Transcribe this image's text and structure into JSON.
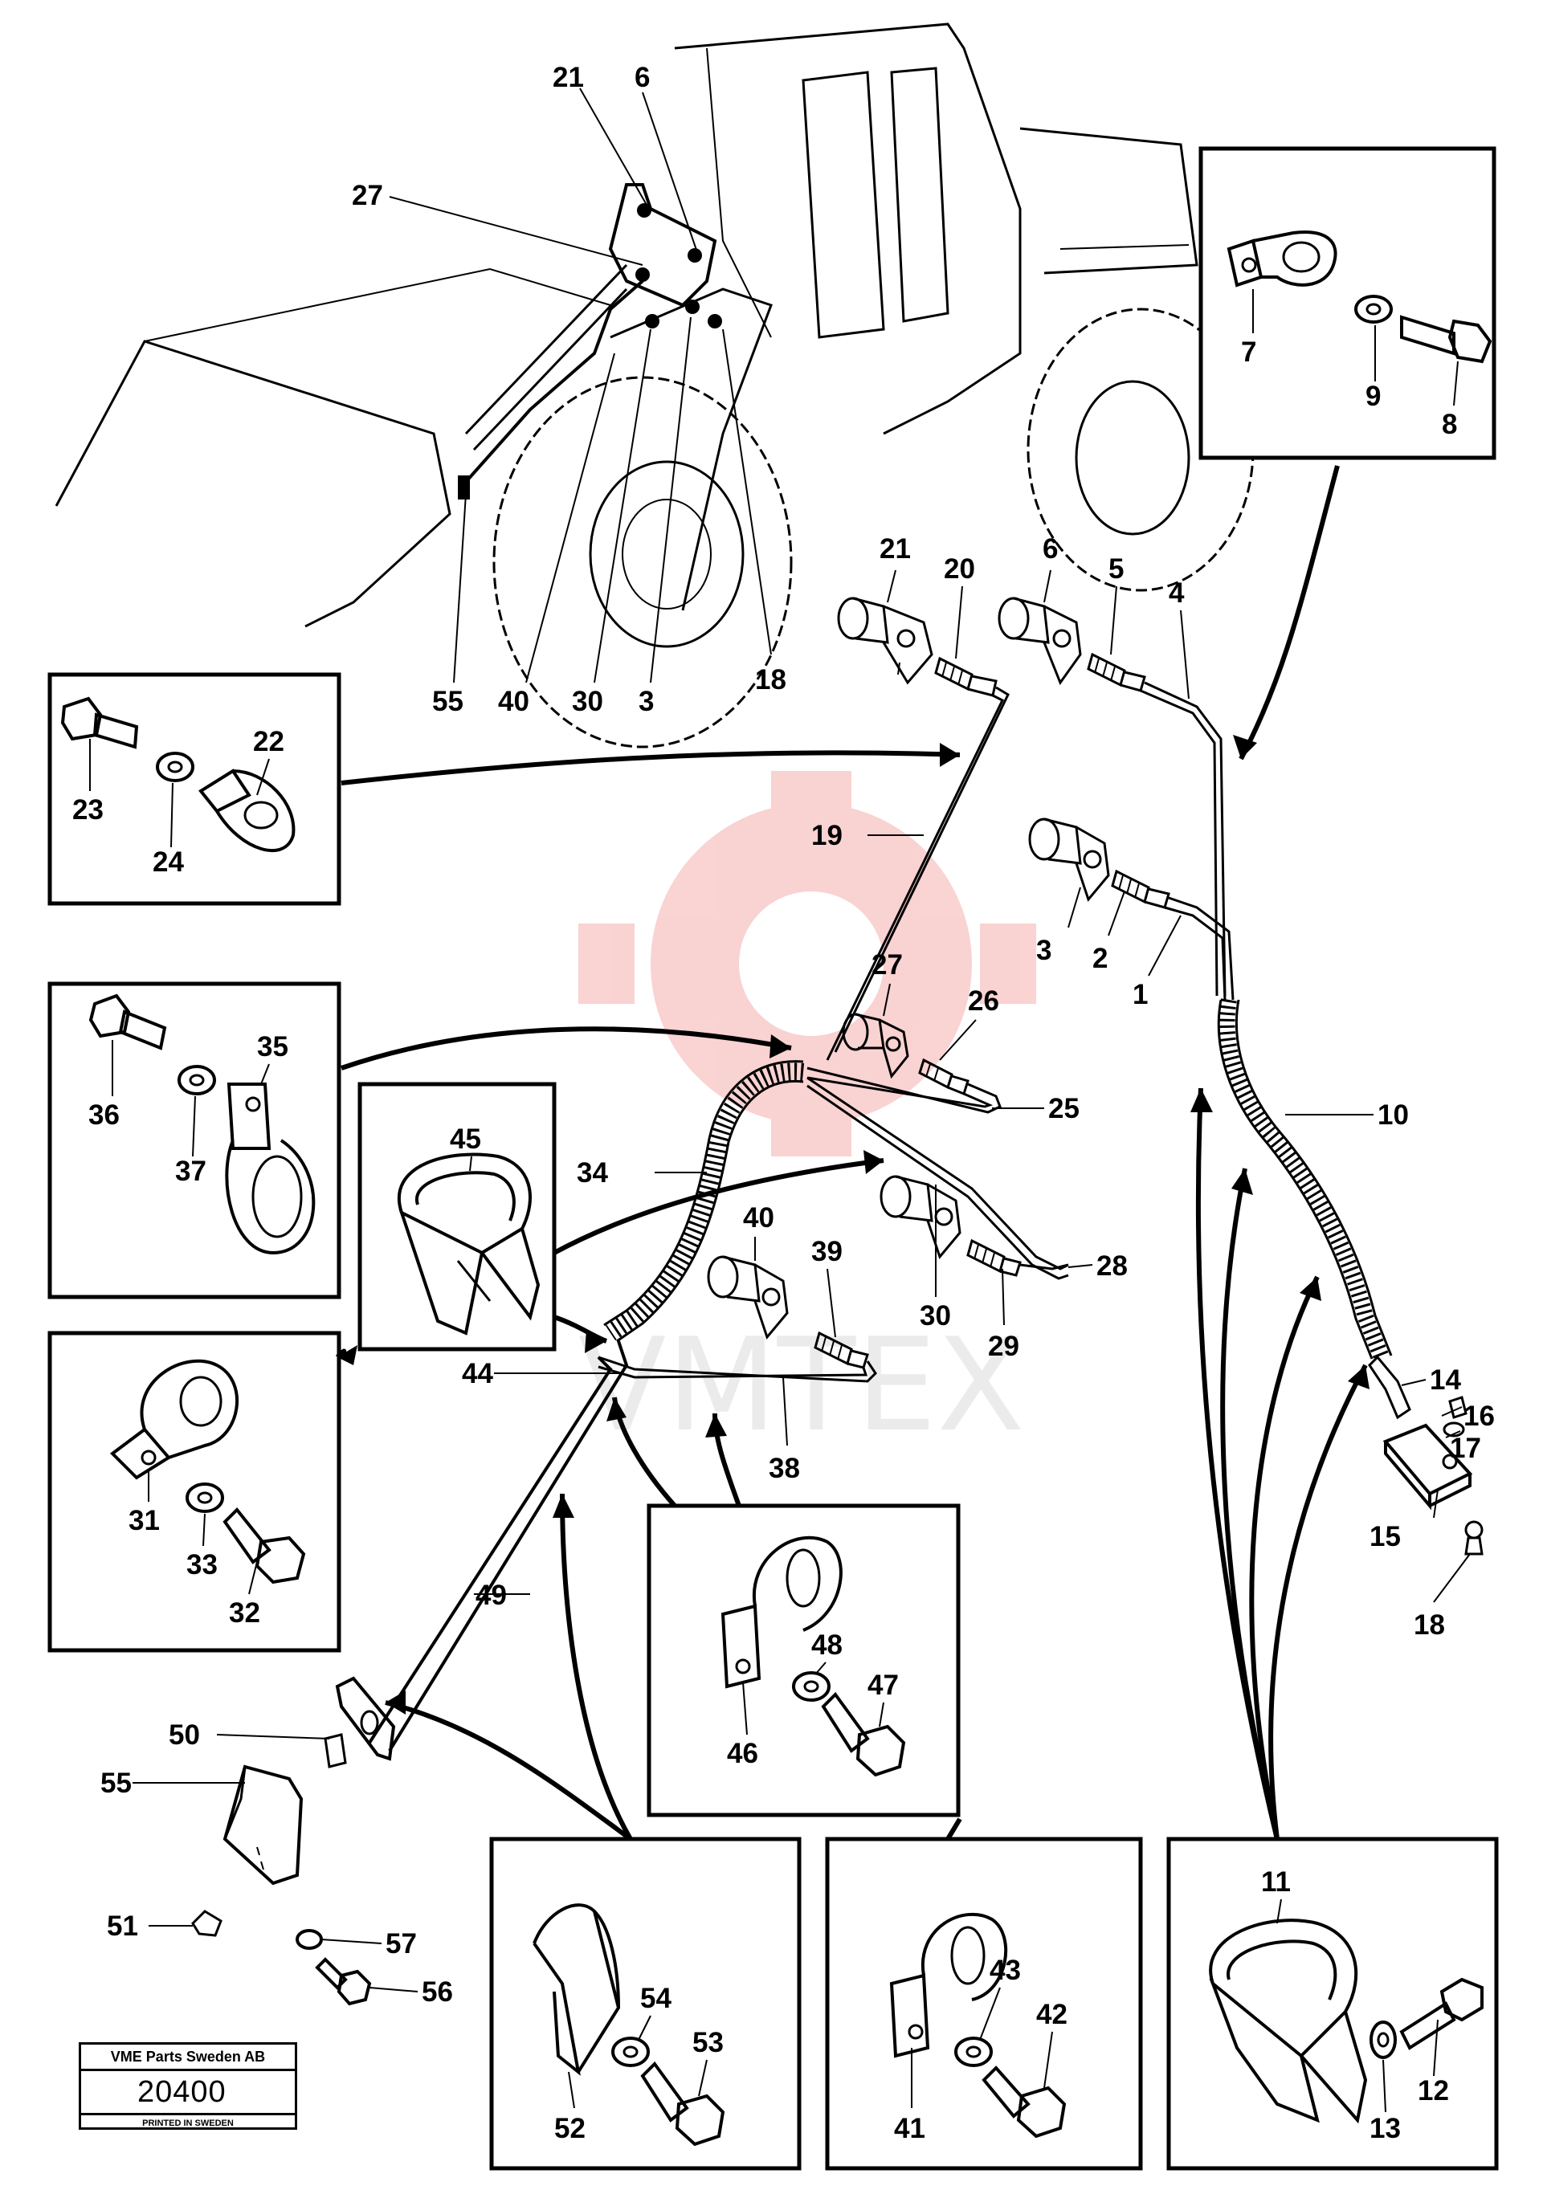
{
  "watermark": {
    "text": "VMTEX",
    "color": "#f0a0a0"
  },
  "title_block": {
    "company": "VME Parts Sweden AB",
    "number": "20400",
    "printed": "PRINTED IN SWEDEN"
  },
  "labels": {
    "machine": [
      "21",
      "6",
      "27",
      "55",
      "40",
      "30",
      "3",
      "18"
    ],
    "box1": [
      "7",
      "9",
      "8"
    ],
    "box2": [
      "23",
      "24",
      "22"
    ],
    "box3": [
      "36",
      "37",
      "35"
    ],
    "box4": [
      "45"
    ],
    "box5": [
      "31",
      "33",
      "32"
    ],
    "box6": [
      "46",
      "48",
      "47"
    ],
    "box7": [
      "52",
      "54",
      "53"
    ],
    "box8": [
      "41",
      "43",
      "42"
    ],
    "box9": [
      "11",
      "12",
      "13"
    ],
    "main": [
      "21",
      "20",
      "6",
      "5",
      "4",
      "19",
      "3",
      "2",
      "1",
      "27",
      "26",
      "25",
      "10",
      "34",
      "40",
      "39",
      "30",
      "29",
      "28",
      "44",
      "38",
      "14",
      "16",
      "17",
      "15",
      "18",
      "49",
      "50",
      "55",
      "51",
      "57",
      "56"
    ]
  }
}
